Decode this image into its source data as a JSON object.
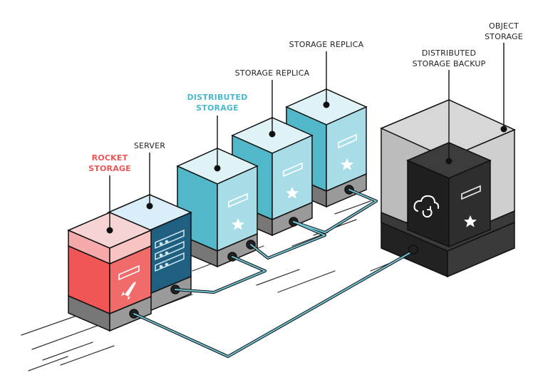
{
  "labels": {
    "rocket_storage": [
      "ROCKET",
      "STORAGE"
    ],
    "server": [
      "SERVER"
    ],
    "distributed_storage": [
      "DISTRIBUTED",
      "STORAGE"
    ],
    "storage_replica_1": [
      "STORAGE REPLICA"
    ],
    "storage_replica_2": [
      "STORAGE REPLICA"
    ],
    "distributed_storage_backup": [
      "DISTRIBUTED",
      "STORAGE BACKUP"
    ],
    "object_storage": [
      "OBJECT",
      "STORAGE"
    ]
  },
  "colors": {
    "rocket_red": "#f05656",
    "server_navy": "#1f5f80",
    "storage_teal": "#4ab2c5",
    "label_blue": "#4ab9cf",
    "base_gray": "#8a8a8a",
    "backup_black": "#2b2b2b",
    "object_gray": "#c9c9c9"
  },
  "icons": {
    "rocket": "rocket-icon",
    "server_rack": "server-rack-icon",
    "star": "star-icon",
    "cloud_sync": "cloud-sync-icon"
  }
}
